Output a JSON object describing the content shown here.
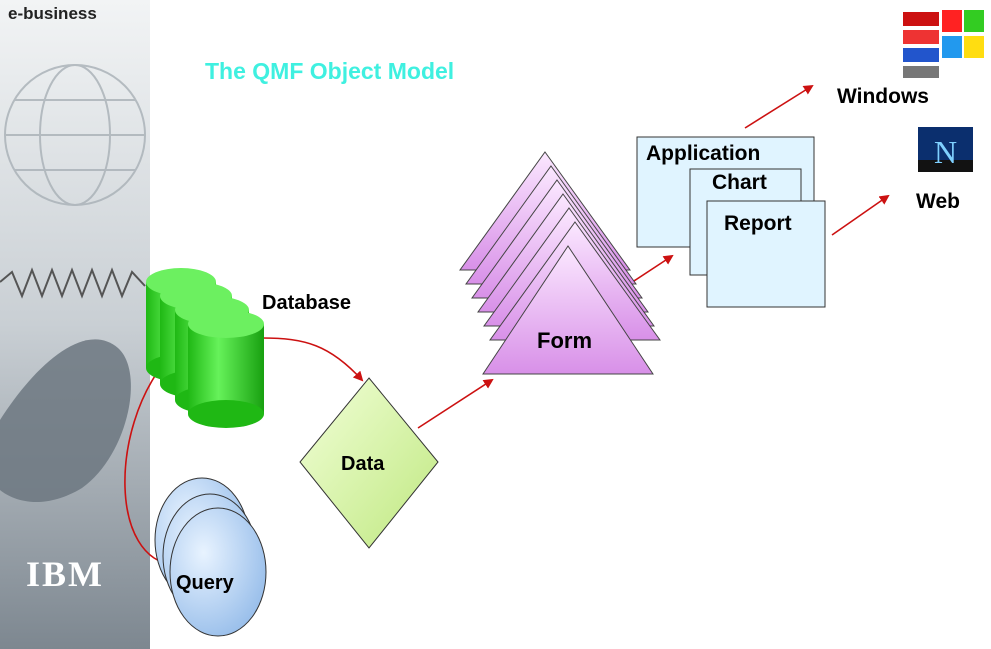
{
  "brand": {
    "tagline": "e-business",
    "logo": "IBM"
  },
  "title": "The QMF Object Model",
  "nodes": {
    "database": "Database",
    "query": "Query",
    "data": "Data",
    "form": "Form",
    "application": "Application",
    "chart": "Chart",
    "report": "Report",
    "windows": "Windows",
    "web": "Web"
  },
  "colors": {
    "title": "#3ff0e0",
    "database": "#33dd22",
    "query": "#b8d8f4",
    "data": "#d8f5a8",
    "form": "#e8a8f0",
    "report_pages": "#e0f4ff",
    "arrow": "#cc1111"
  },
  "icons": [
    "windows-logo-icon",
    "netscape-logo-icon"
  ]
}
